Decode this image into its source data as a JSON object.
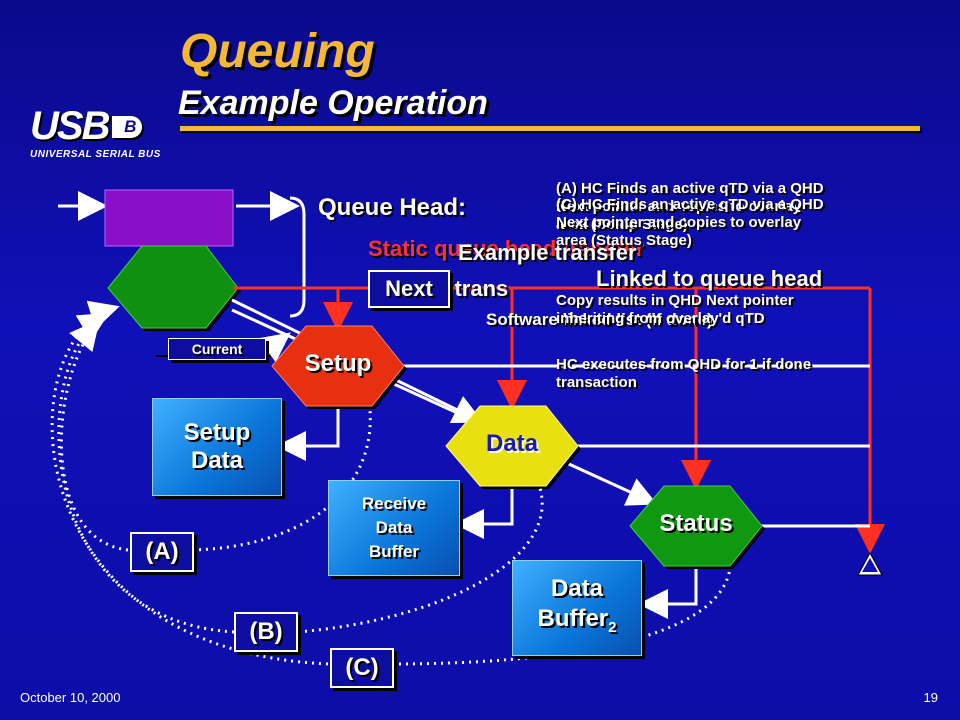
{
  "slide": {
    "title": "Queuing",
    "subtitle": "Example Operation",
    "date": "October 10, 2000",
    "page_number": "19"
  },
  "logo": {
    "main": "USB",
    "sub": "UNIVERSAL SERIAL BUS",
    "badge": "B"
  },
  "labels": {
    "queue_head": "Queue Head:",
    "static_line": "Static queue head transfer",
    "example_line": "Example transfer",
    "ic_line": "ic trans",
    "linked": "Linked to queue head",
    "next": "Next",
    "current": "Current",
    "software_line": "Software linked list (if done)"
  },
  "nodes": {
    "setup": "Setup",
    "data": "Data",
    "status": "Status",
    "setup_data": [
      "Setup",
      "Data"
    ],
    "receive_buffer": [
      "Receive",
      "Data",
      "Buffer"
    ],
    "data_buffer": "Data",
    "data_buffer_2": "Buffer",
    "data_buffer_sub": "2"
  },
  "steps": {
    "a": "(A)",
    "b": "(B)",
    "c": "(C)"
  },
  "notes": {
    "a_line1": "(A) HC Finds an active qTD via a QHD",
    "a_line2": "Next pointer and copies to overlay",
    "a_line3": "area (Setup Stage)",
    "c_line1": "(C) HC Finds an active qTD via a QHD",
    "c_line2": "Next pointer and copies to overlay",
    "c_line3": "area (Status Stage)",
    "copy_line1": "Copy results in QHD Next pointer",
    "copy_line2": "inheriting from overlay'd qTD",
    "exec_line1": "HC executes from QHD for 1",
    "exec_line2": "transaction",
    "exec_done": "if done"
  },
  "colors": {
    "accent": "#f5b830",
    "background": "#1010b8",
    "queue_head_top": "#8a10c8",
    "queue_head_hex": "#109010",
    "setup_node": "#e83010",
    "data_node": "#e8e010",
    "status_node": "#109810",
    "link_red": "#ff3020",
    "buffer_blue": "#1a8ae8"
  }
}
